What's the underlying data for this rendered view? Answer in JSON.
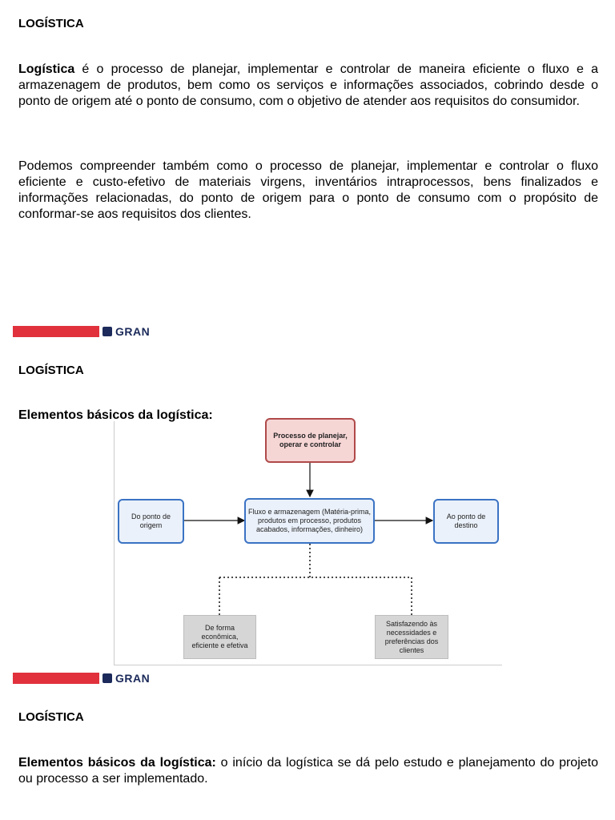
{
  "section1": {
    "heading": "LOGÍSTICA",
    "para1_bold": "Logística",
    "para1_rest": " é o processo de planejar, implementar e controlar de maneira eficiente o fluxo e a armazenagem de produtos, bem como os serviços e informações associados, cobrindo desde o ponto de origem até o ponto de consumo, com o objetivo de atender aos requisitos do consumidor.",
    "para2": "Podemos compreender também como o processo de planejar, implementar e controlar  o fluxo eficiente e custo-efetivo de materiais virgens, inventários intraprocessos, bens finalizados e informações relacionadas, do ponto de origem para o ponto de consumo com o propósito de conformar-se aos requisitos dos clientes."
  },
  "brand": {
    "name": "GRAN",
    "bar_color": "#e0313c",
    "logo_color": "#1b2a5a"
  },
  "section2": {
    "heading": "LOGÍSTICA",
    "subheading": "Elementos básicos da logística:",
    "diagram": {
      "top_box": "Processo de planejar, operar e controlar",
      "left_box": "Do ponto de origem",
      "center_box": "Fluxo e armazenagem (Matéria-prima, produtos em processo, produtos acabados, informações, dinheiro)",
      "right_box": "Ao ponto de destino",
      "bottom_left_box": "De forma econômica, eficiente e efetiva",
      "bottom_right_box": "Satisfazendo às necessidades e preferências dos clientes"
    }
  },
  "section3": {
    "heading": "LOGÍSTICA",
    "para_bold": "Elementos básicos da logística:",
    "para_rest": " o início da logística se dá pelo estudo e planejamento do projeto ou processo a ser implementado."
  }
}
